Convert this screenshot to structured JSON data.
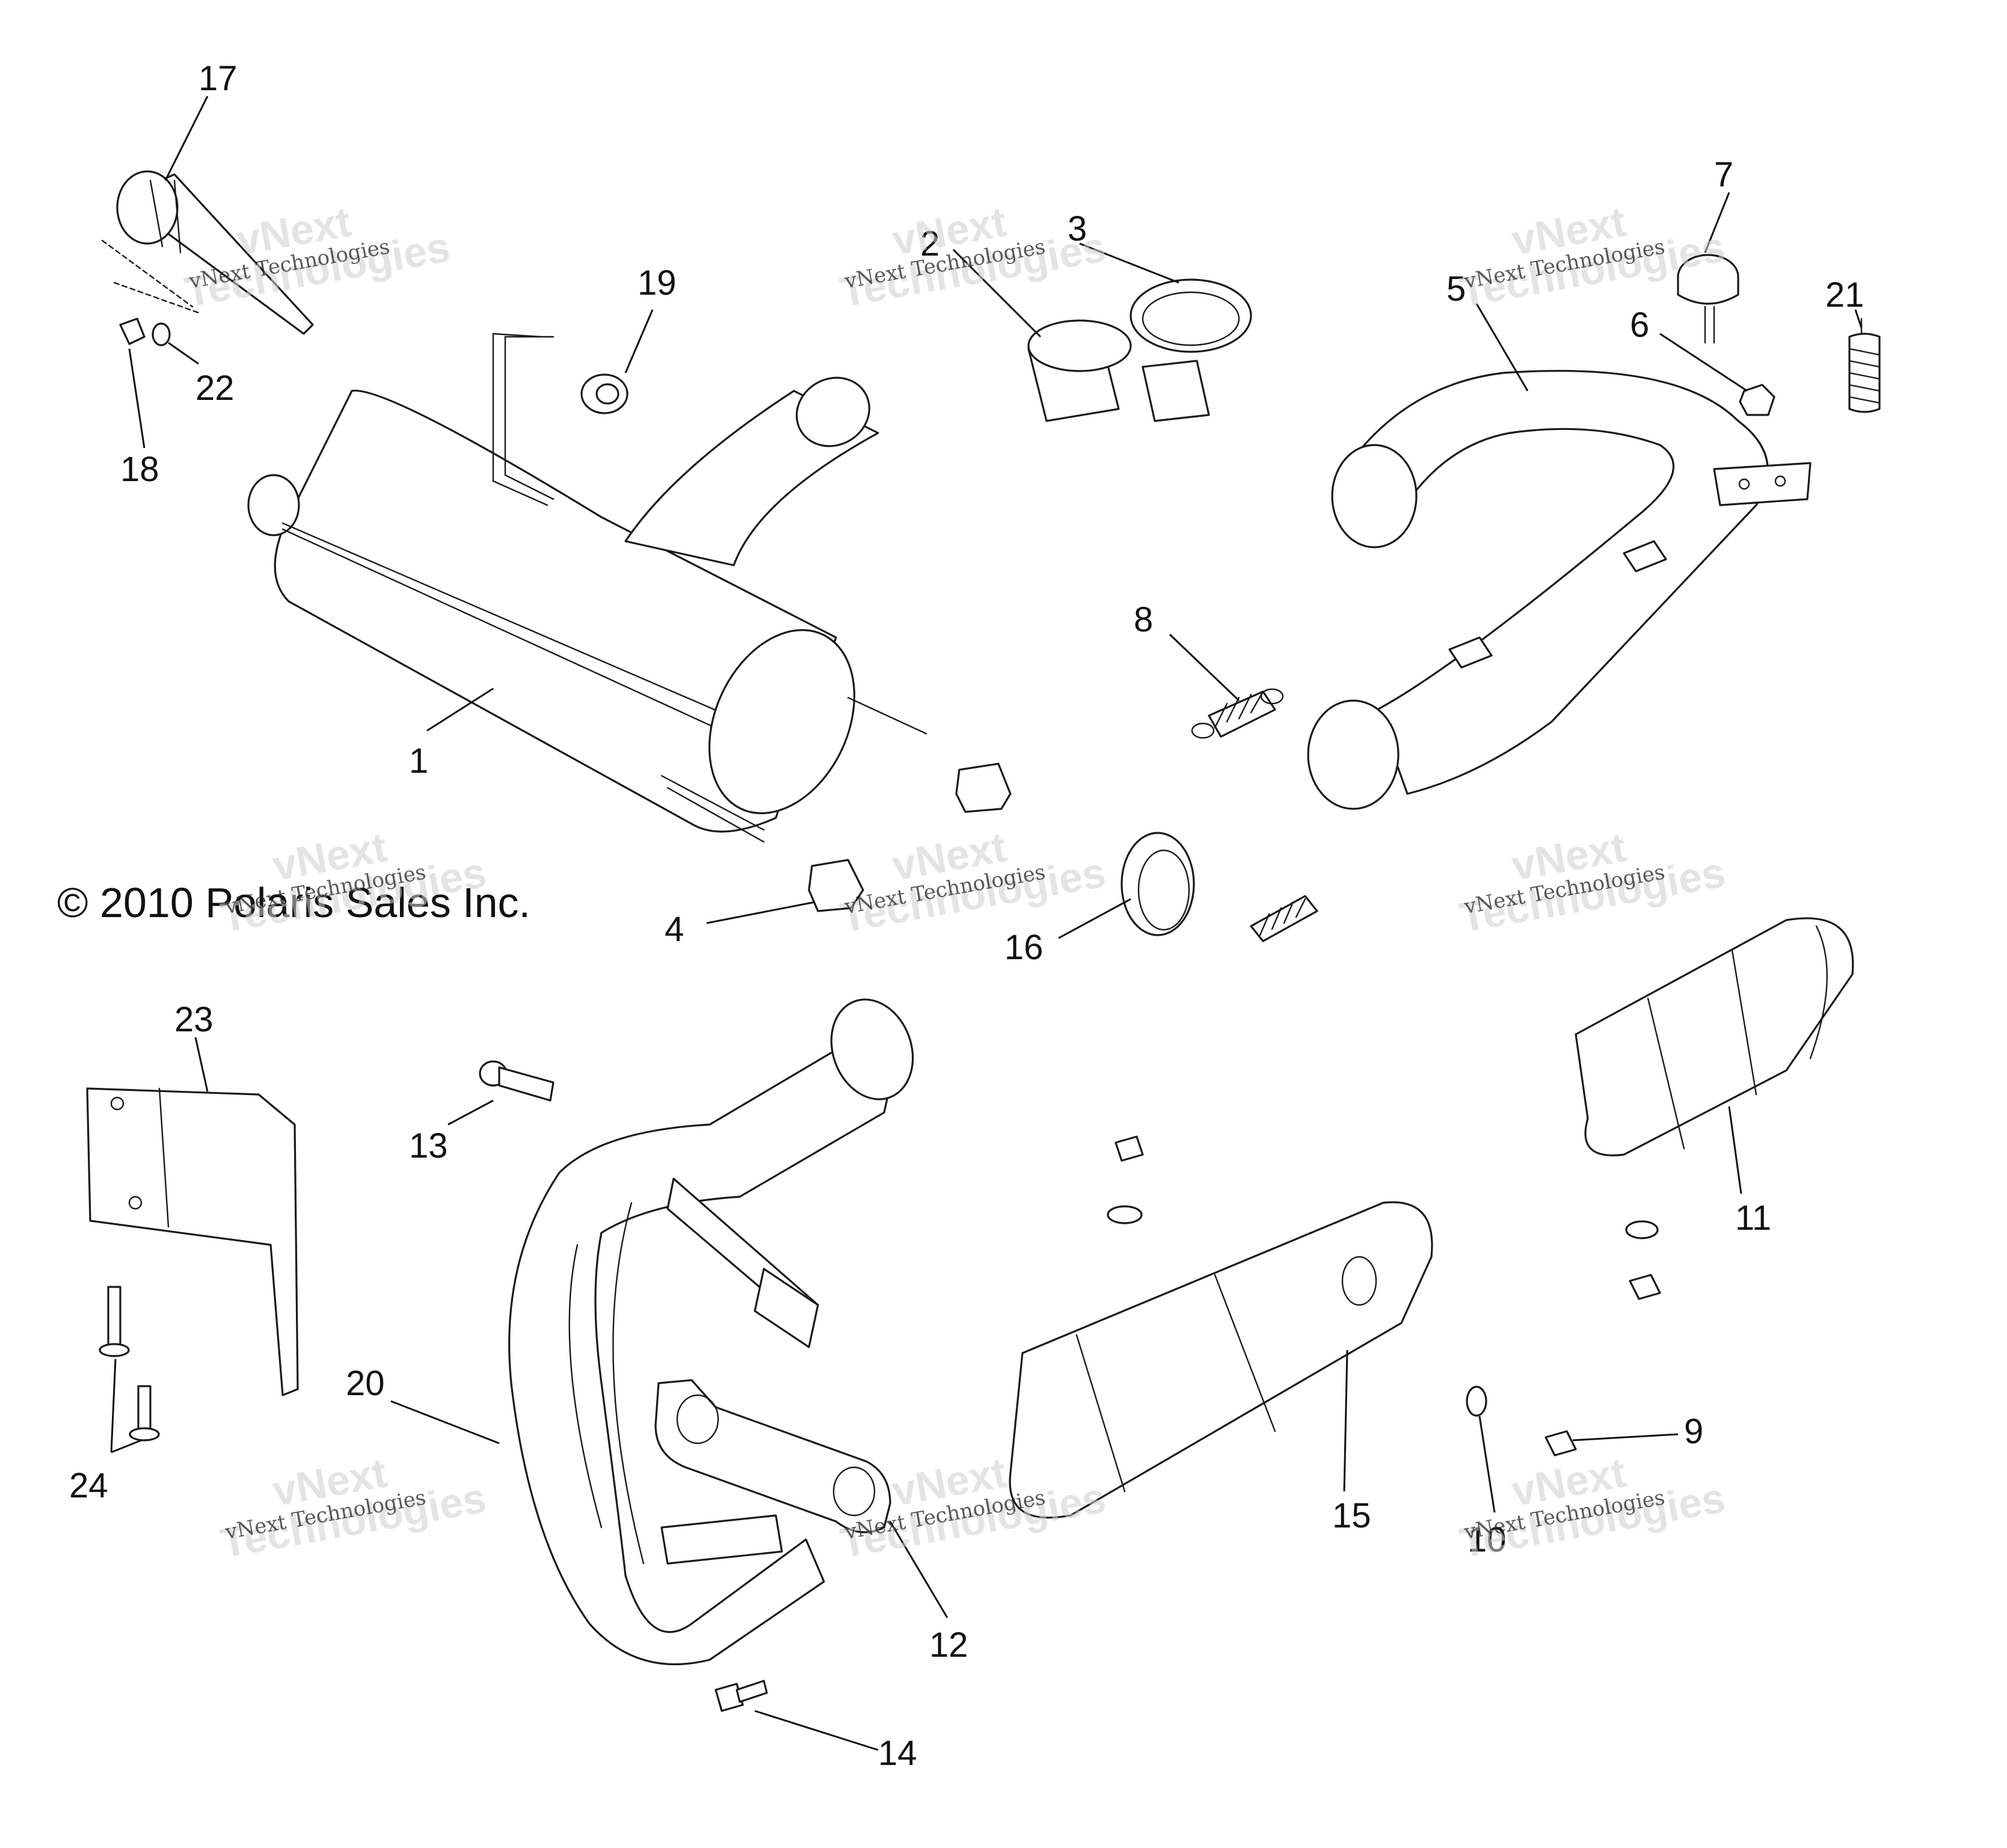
{
  "copyright": "© 2010 Polaris Sales Inc.",
  "watermark": {
    "line1": "vNext Technologies",
    "line2": "vNext",
    "line3": "Technologies"
  },
  "callouts": {
    "c1": "1",
    "c2": "2",
    "c3": "3",
    "c4": "4",
    "c5": "5",
    "c6": "6",
    "c7": "7",
    "c8": "8",
    "c9": "9",
    "c10": "10",
    "c11": "11",
    "c12": "12",
    "c13": "13",
    "c14": "14",
    "c15": "15",
    "c16": "16",
    "c17": "17",
    "c18": "18",
    "c19": "19",
    "c20": "20",
    "c21": "21",
    "c22": "22",
    "c23": "23",
    "c24": "24"
  }
}
